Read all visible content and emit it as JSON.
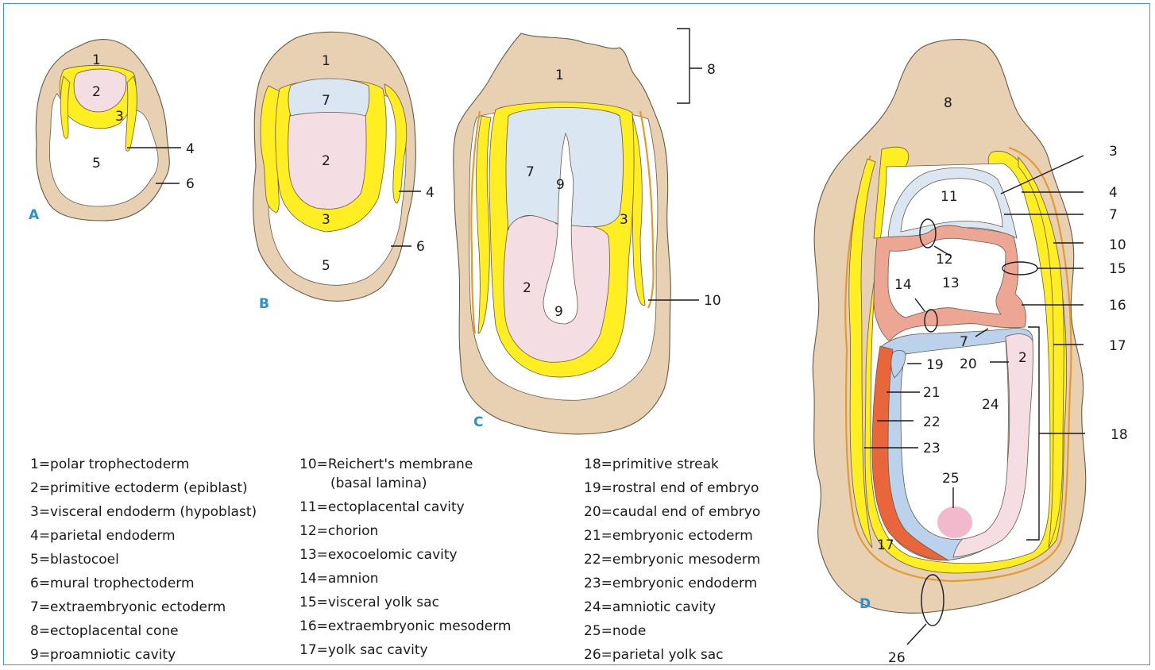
{
  "panels": {
    "a": "A",
    "b": "B",
    "c": "C",
    "d": "D"
  },
  "labels_a": {
    "n1": "1",
    "n2": "2",
    "n3": "3",
    "n4": "4",
    "n5": "5",
    "n6": "6"
  },
  "labels_b": {
    "n1": "1",
    "n7": "7",
    "n2": "2",
    "n3": "3",
    "n4": "4",
    "n5": "5",
    "n6": "6"
  },
  "labels_c": {
    "n1": "1",
    "n8": "8",
    "n7": "7",
    "n9a": "9",
    "n3": "3",
    "n2": "2",
    "n9b": "9",
    "n10": "10"
  },
  "labels_d": {
    "n8": "8",
    "n3": "3",
    "n4": "4",
    "n11": "11",
    "n7a": "7",
    "n10": "10",
    "n12": "12",
    "n15": "15",
    "n13": "13",
    "n14": "14",
    "n16": "16",
    "n7b": "7",
    "n17a": "17",
    "n19": "19",
    "n20": "20",
    "n2": "2",
    "n21": "21",
    "n24": "24",
    "n18": "18",
    "n22": "22",
    "n23": "23",
    "n25": "25",
    "n17b": "17",
    "n26": "26"
  },
  "legend": {
    "col1": [
      "1=polar trophectoderm",
      "2=primitive ectoderm (epiblast)",
      "3=visceral endoderm (hypoblast)",
      "4=parietal endoderm",
      "5=blastocoel",
      "6=mural trophectoderm",
      "7=extraembryonic ectoderm",
      "8=ectoplacental cone",
      "9=proamniotic cavity"
    ],
    "col2_first": "10=Reichert's membrane",
    "col2_first_cont": "(basal lamina)",
    "col2": [
      "11=ectoplacental cavity",
      "12=chorion",
      "13=exocoelomic cavity",
      "14=amnion",
      "15=visceral yolk sac",
      "16=extraembryonic mesoderm",
      "17=yolk sac cavity"
    ],
    "col3": [
      "18=primitive streak",
      "19=rostral end of embryo",
      "20=caudal end of embryo",
      "21=embryonic ectoderm",
      "22=embryonic mesoderm",
      "23=embryonic endoderm",
      "24=amniotic cavity",
      "25=node",
      "26=parietal yolk sac"
    ]
  },
  "colors": {
    "frame": "#3b9ad6",
    "panel_letter": "#2e8fd0",
    "trophectoderm": "#e8d1b3",
    "endoderm": "#ffee22",
    "epiblast": "#f5dde4",
    "extraembryonic_ectoderm": "#dae7f2",
    "extraembryonic_mesoderm": "#eea694",
    "embryonic_mesoderm": "#e8663a",
    "reicherts_membrane": "#e69a2e"
  }
}
